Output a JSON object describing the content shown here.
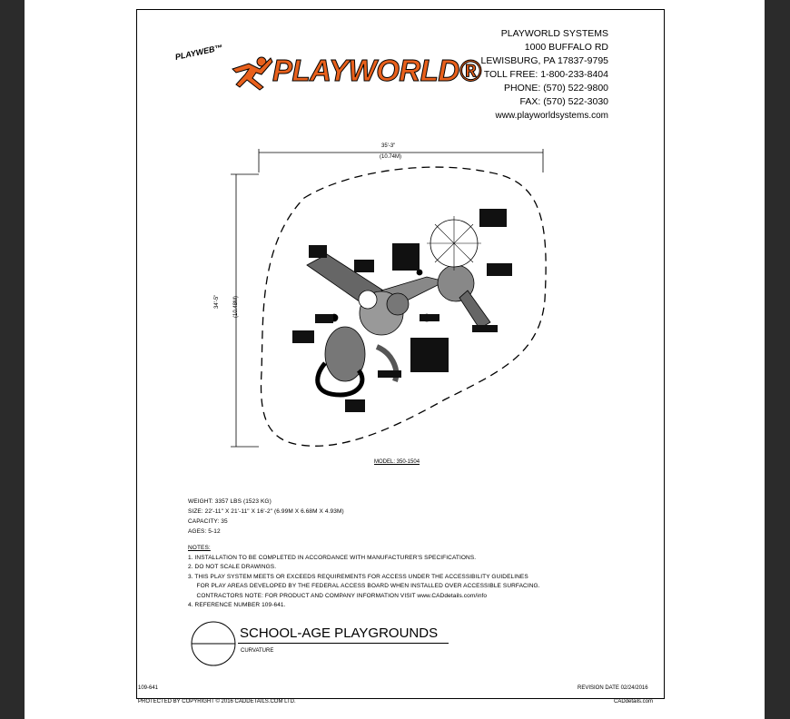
{
  "brand": {
    "badge": "PLAYWEB™",
    "logo": "PLAYWORLD®",
    "accent_color": "#e8601c"
  },
  "address": {
    "lines": [
      "PLAYWORLD SYSTEMS",
      "1000 BUFFALO RD",
      "LEWISBURG, PA 17837-9795",
      "TOLL FREE: 1-800-233-8404",
      "PHONE: (570) 522-9800",
      "FAX: (570) 522-3030",
      "www.playworldsystems.com"
    ]
  },
  "drawing": {
    "dim_width": "35'-3\"",
    "dim_width_metric": "(10.74M)",
    "dim_height": "34'-5\"",
    "dim_height_metric": "(10.48M)",
    "model": "MODEL: 350-1504"
  },
  "specs": {
    "weight": "WEIGHT: 3357 LBS (1523 KG)",
    "size": "SIZE: 22'-11\" X 21'-11\" X 16'-2\" (6.99M X 6.68M X 4.93M)",
    "capacity": "CAPACITY: 35",
    "ages": "AGES: 5-12"
  },
  "notes": {
    "heading": "NOTES:",
    "lines": [
      "1.  INSTALLATION TO BE COMPLETED IN ACCORDANCE WITH MANUFACTURER'S SPECIFICATIONS.",
      "2.  DO NOT SCALE DRAWINGS.",
      "3.  THIS PLAY SYSTEM MEETS OR EXCEEDS REQUIREMENTS FOR ACCESS UNDER THE ACCESSIBILITY GUIDELINES",
      "     FOR PLAY AREAS DEVELOPED BY THE FEDERAL ACCESS BOARD WHEN INSTALLED OVER ACCESSIBLE SURFACING.",
      "     CONTRACTORS NOTE: FOR PRODUCT AND COMPANY INFORMATION VISIT www.CADdetails.com/info",
      "4.  REFERENCE NUMBER 109-641."
    ]
  },
  "title_block": {
    "title": "SCHOOL-AGE PLAYGROUNDS",
    "subtitle": "CURVATURE"
  },
  "footer": {
    "ref": "109-641",
    "revision": "REVISION DATE 02/24/2016",
    "copyright": "PROTECTED BY COPYRIGHT © 2016 CADDETAILS.COM LTD.",
    "site": "CADdetails.com"
  }
}
